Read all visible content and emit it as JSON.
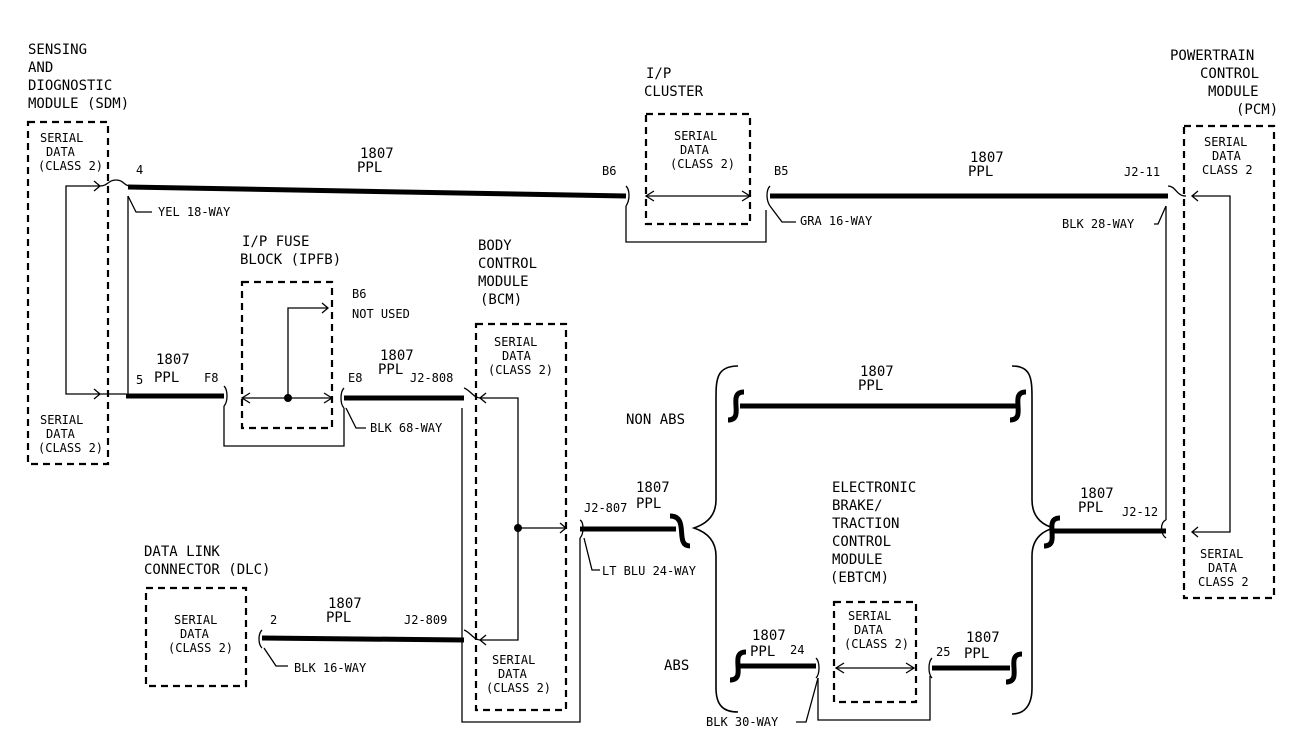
{
  "modules": {
    "sdm": {
      "title": [
        "SENSING",
        "AND",
        "DIOGNOSTIC",
        "MODULE (SDM)"
      ],
      "serial_top": [
        "SERIAL",
        "DATA",
        "(CLASS 2)"
      ],
      "serial_bottom": [
        "SERIAL",
        "DATA",
        "(CLASS 2)"
      ]
    },
    "ip_cluster": {
      "title": [
        "I/P",
        "CLUSTER"
      ],
      "serial": [
        "SERIAL",
        "DATA",
        "(CLASS 2)"
      ]
    },
    "pcm": {
      "title": [
        "POWERTRAIN",
        "CONTROL",
        "MODULE",
        "(PCM)"
      ],
      "serial_top": [
        "SERIAL",
        "DATA",
        "CLASS 2"
      ],
      "serial_bottom": [
        "SERIAL",
        "DATA",
        "CLASS 2"
      ]
    },
    "ipfb": {
      "title": [
        "I/P FUSE",
        "BLOCK (IPFB)"
      ],
      "note": [
        "B6",
        "NOT USED"
      ]
    },
    "bcm": {
      "title": [
        "BODY",
        "CONTROL",
        "MODULE",
        "(BCM)"
      ],
      "serial_top": [
        "SERIAL",
        "DATA",
        "(CLASS 2)"
      ],
      "serial_bottom": [
        "SERIAL",
        "DATA",
        "(CLASS 2)"
      ]
    },
    "dlc": {
      "title": [
        "DATA LINK",
        "CONNECTOR (DLC)"
      ],
      "serial": [
        "SERIAL",
        "DATA",
        "(CLASS 2)"
      ]
    },
    "ebtcm": {
      "title": [
        "ELECTRONIC",
        "BRAKE/",
        "TRACTION",
        "CONTROL",
        "MODULE",
        "(EBTCM)"
      ],
      "serial": [
        "SERIAL",
        "DATA",
        "(CLASS 2)"
      ]
    }
  },
  "wires": {
    "circuit": "1807",
    "color": "PPL",
    "combined_5": "5 PPL"
  },
  "pins": {
    "p4": "4",
    "b6": "B6",
    "b5": "B5",
    "j2_11": "J2-11",
    "p5": "5",
    "f8": "F8",
    "e8": "E8",
    "j2_808": "J2-808",
    "j2_807": "J2-807",
    "j2_809": "J2-809",
    "p2": "2",
    "j2_12": "J2-12",
    "p24": "24",
    "p25": "25"
  },
  "connectors": {
    "yel18": "YEL 18-WAY",
    "gra16": "GRA 16-WAY",
    "blk28": "BLK 28-WAY",
    "blk68": "BLK 68-WAY",
    "ltblu24": "LT BLU 24-WAY",
    "blk16": "BLK 16-WAY",
    "blk30": "BLK 30-WAY"
  },
  "options": {
    "non_abs": "NON ABS",
    "abs": "ABS"
  }
}
